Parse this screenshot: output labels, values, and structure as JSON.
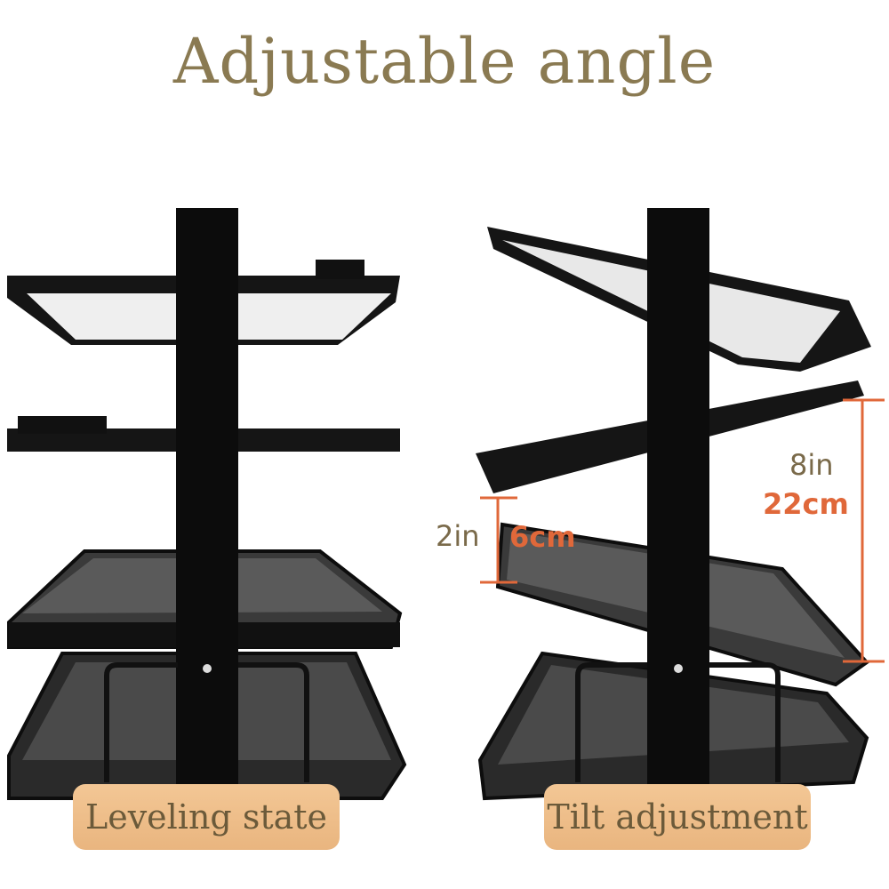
{
  "title": "Adjustable angle",
  "left_panel": {
    "label": "Leveling state"
  },
  "right_panel": {
    "label": "Tilt adjustment",
    "small_gap": {
      "imperial": "2in",
      "metric": "6cm"
    },
    "large_gap": {
      "imperial": "8in",
      "metric": "22cm"
    }
  },
  "colors": {
    "title": "#8a7a52",
    "label_bg": "#efbf8a",
    "measure_accent": "#e0683a",
    "rack": "#111111"
  }
}
